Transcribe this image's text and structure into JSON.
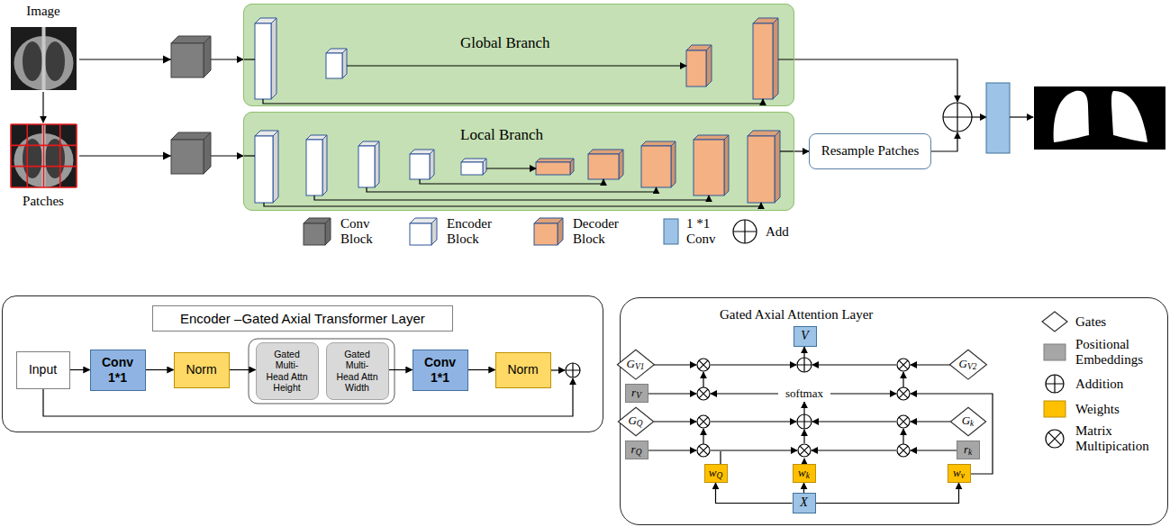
{
  "diagram": {
    "nodes": [
      {
        "text": [
          "Image"
        ]
      },
      {
        "text": [
          "Patches"
        ]
      },
      {
        "text": [
          "Global Branch"
        ]
      },
      {
        "text": [
          "Local Branch"
        ]
      },
      {
        "text": [
          "Resample Patches"
        ]
      },
      {
        "text": [
          "Encoder –Gated Axial Transformer Layer"
        ]
      },
      {
        "text": [
          "Input"
        ],
        "in": 5
      },
      {
        "text": [
          "Conv 1*1"
        ],
        "in": 5
      },
      {
        "text": [
          "Norm"
        ],
        "in": 5
      },
      {
        "text": [
          "Gated Multi-Head Attn Height"
        ],
        "in": 5
      },
      {
        "text": [
          "Gated Multi-Head Attn Width"
        ],
        "in": 5
      },
      {
        "text": [
          "Conv 1*1"
        ],
        "in": 5
      },
      {
        "text": [
          "Norm"
        ],
        "in": 5
      },
      {
        "text": [
          "Gated Axial Attention Layer"
        ]
      },
      {
        "text": [
          "V"
        ],
        "in": 13
      },
      {
        "text": [
          "GV1"
        ],
        "in": 13
      },
      {
        "text": [
          "GV2"
        ],
        "in": 13
      },
      {
        "text": [
          "rV"
        ],
        "in": 13
      },
      {
        "text": [
          "GQ"
        ],
        "in": 13
      },
      {
        "text": [
          "Gk"
        ],
        "in": 13
      },
      {
        "text": [
          "rQ"
        ],
        "in": 13
      },
      {
        "text": [
          "rk"
        ],
        "in": 13
      },
      {
        "text": [
          "wQ"
        ],
        "in": 13
      },
      {
        "text": [
          "wk"
        ],
        "in": 13
      },
      {
        "text": [
          "wv"
        ],
        "in": 13
      },
      {
        "text": [
          "X"
        ],
        "in": 13
      }
    ],
    "edges": [
      {
        "from": 0,
        "to": 1,
        "arrow": "to"
      },
      {
        "from": 0,
        "to": 2,
        "arrow": "to"
      },
      {
        "from": 1,
        "to": 3,
        "arrow": "to"
      },
      {
        "from": 3,
        "to": 4,
        "arrow": "to"
      },
      {
        "from": 6,
        "to": 7,
        "arrow": "to"
      },
      {
        "from": 7,
        "to": 8,
        "arrow": "to"
      },
      {
        "from": 8,
        "to": 9,
        "arrow": "to"
      },
      {
        "from": 10,
        "to": 11,
        "arrow": "to"
      },
      {
        "from": 11,
        "to": 12,
        "arrow": "to"
      },
      {
        "from": 25,
        "to": 22,
        "arrow": "to"
      },
      {
        "from": 25,
        "to": 23,
        "arrow": "to"
      },
      {
        "from": 25,
        "to": 24,
        "arrow": "to"
      }
    ],
    "labels": [
      "softmax"
    ],
    "legend": [
      {
        "text": "Conv Block",
        "color": "#7f7f7f"
      },
      {
        "text": "Encoder Block",
        "color": "#ffffff"
      },
      {
        "text": "Decoder Block",
        "color": "#f4b183"
      },
      {
        "text": "1 *1 Conv",
        "color": "#9dc3e6"
      },
      {
        "text": "Add"
      },
      {
        "text": "Gates"
      },
      {
        "text": "Positional Embeddings",
        "color": "#a6a6a6"
      },
      {
        "text": "Addition"
      },
      {
        "text": "Weights",
        "color": "#ffc000"
      },
      {
        "text": "Matrix Multipication"
      }
    ]
  }
}
